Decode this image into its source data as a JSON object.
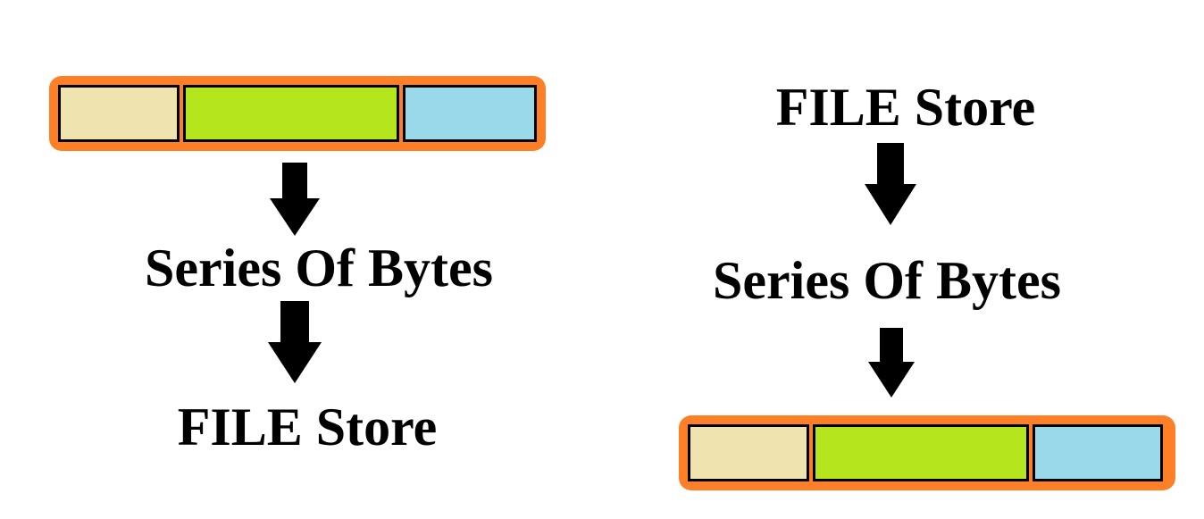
{
  "left_flow": {
    "top_label": "Series Of Bytes",
    "bottom_label": "FILE Store"
  },
  "right_flow": {
    "top_label": "FILE Store",
    "middle_label": "Series Of Bytes"
  },
  "colors": {
    "frame": "#ff7f27",
    "segment_1": "#efe4b0",
    "segment_2": "#b5e61d",
    "segment_3": "#99d9ea",
    "arrow": "#000000"
  },
  "icons": [
    "down-arrow-icon"
  ]
}
